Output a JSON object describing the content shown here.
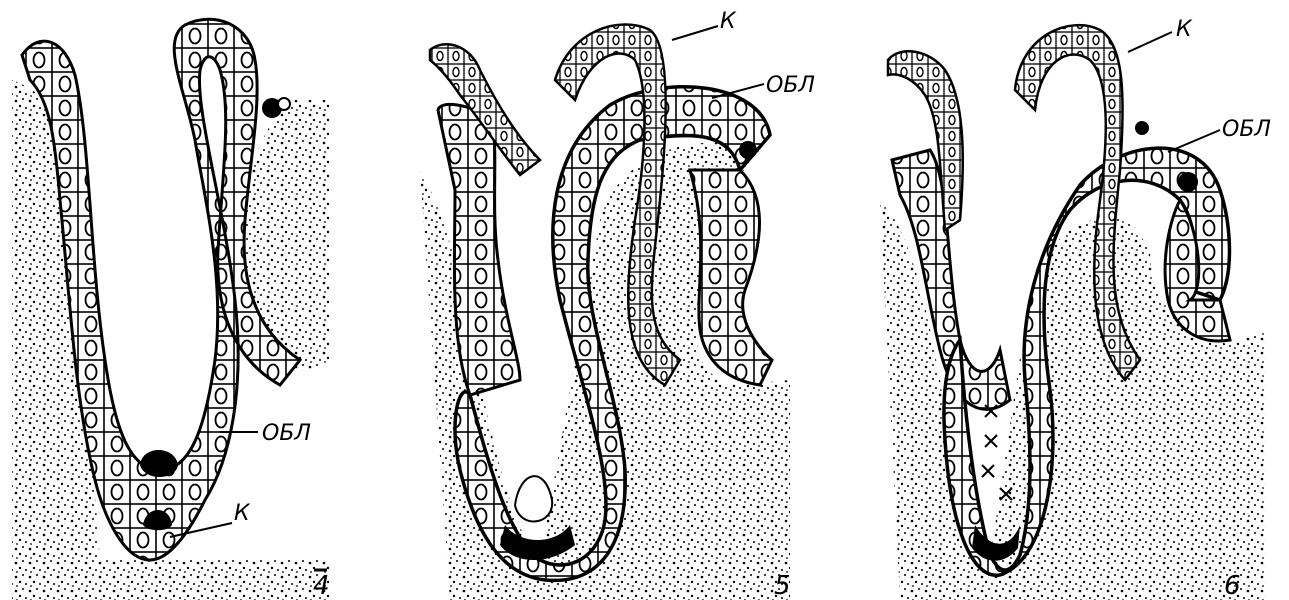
{
  "panels": [
    {
      "number": "4",
      "labels": {
        "k": "К",
        "obl": "ОБЛ"
      }
    },
    {
      "number": "5",
      "labels": {
        "k": "К",
        "obl": "ОБЛ"
      }
    },
    {
      "number": "6",
      "labels": {
        "k": "К",
        "obl": "ОБЛ"
      }
    }
  ],
  "colors": {
    "ink": "#000000",
    "paper": "#ffffff"
  }
}
